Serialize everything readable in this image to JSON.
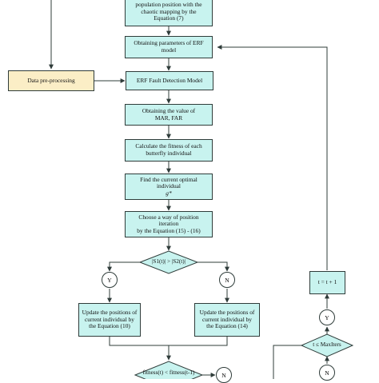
{
  "boxes": {
    "init_lines": [
      "population position with the",
      "chaotic mapping by the",
      "Equation (7)"
    ],
    "params_lines": [
      "Obtaining parameters of ERF",
      "model"
    ],
    "preprocess": "Data pre-processing",
    "erf_model": "ERF Fault Detection Model",
    "mar_lines": [
      "Obtaining the value of",
      "MAR, FAR"
    ],
    "fitness_lines": [
      "Calculate the fitness of each",
      "butterfly individual"
    ],
    "optimal_lines": [
      "Find the current optimal",
      "individual",
      "g*"
    ],
    "choose_lines": [
      "Choose a way of position",
      "iteration",
      "by the Equation (15) - (16)"
    ],
    "update_left_lines": [
      "Update the positions of",
      "current individual by",
      "the Equation (10)"
    ],
    "update_right_lines": [
      "Update the positions of",
      "current individual by",
      "the Equation (14)"
    ],
    "increment": "t = t + 1"
  },
  "decisions": {
    "s_compare": "|S1(t)| > |S2(t)|",
    "maxiter": "t ≤ MaxIters",
    "fitness_compare": "fitness(t) < fitness(t-1)"
  },
  "connectors": {
    "yes": "Y",
    "no": "N"
  },
  "colors": {
    "process": "#c8f3ef",
    "preprocess": "#fbeec6",
    "line": "#2f3c3a"
  }
}
